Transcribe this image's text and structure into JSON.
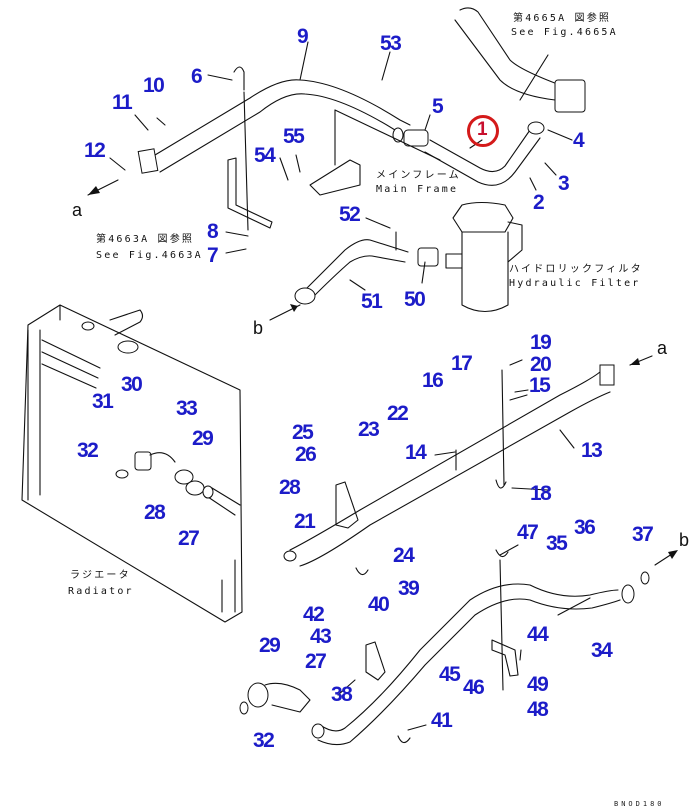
{
  "diagram": {
    "title": "Hydraulic oil cooler piping parts diagram",
    "highlighted_part": "1",
    "highlight_color": "#d41a1a",
    "callout_color": "#1c1cc8",
    "references": {
      "fig_4665a_jp": "第4665A 図参照",
      "fig_4665a_en": "See Fig.4665A",
      "fig_4663a_jp": "第4663A 図参照",
      "fig_4663a_en": "See Fig.4663A"
    },
    "components": {
      "main_frame_jp": "メインフレーム",
      "main_frame_en": "Main Frame",
      "hydraulic_filter_jp": "ハイドロリックフィルタ",
      "hydraulic_filter_en": "Hydraulic Filter",
      "radiator_jp": "ラジエータ",
      "radiator_en": "Radiator"
    },
    "connection_markers": {
      "a_top": "a",
      "a_right": "a",
      "b_left": "b",
      "b_right": "b"
    },
    "callouts": [
      "1",
      "2",
      "3",
      "4",
      "5",
      "6",
      "7",
      "8",
      "9",
      "10",
      "11",
      "12",
      "13",
      "14",
      "15",
      "16",
      "17",
      "18",
      "19",
      "20",
      "21",
      "22",
      "23",
      "24",
      "25",
      "26",
      "27",
      "28",
      "29",
      "30",
      "31",
      "32",
      "33",
      "34",
      "35",
      "36",
      "37",
      "38",
      "39",
      "40",
      "41",
      "42",
      "43",
      "44",
      "45",
      "46",
      "47",
      "48",
      "49",
      "50",
      "51",
      "52",
      "53",
      "54",
      "55"
    ],
    "callouts_repeat": {
      "p27b": "27",
      "p28b": "28",
      "p29b": "29",
      "p32b": "32"
    },
    "drawing_code": "BNOD180"
  }
}
